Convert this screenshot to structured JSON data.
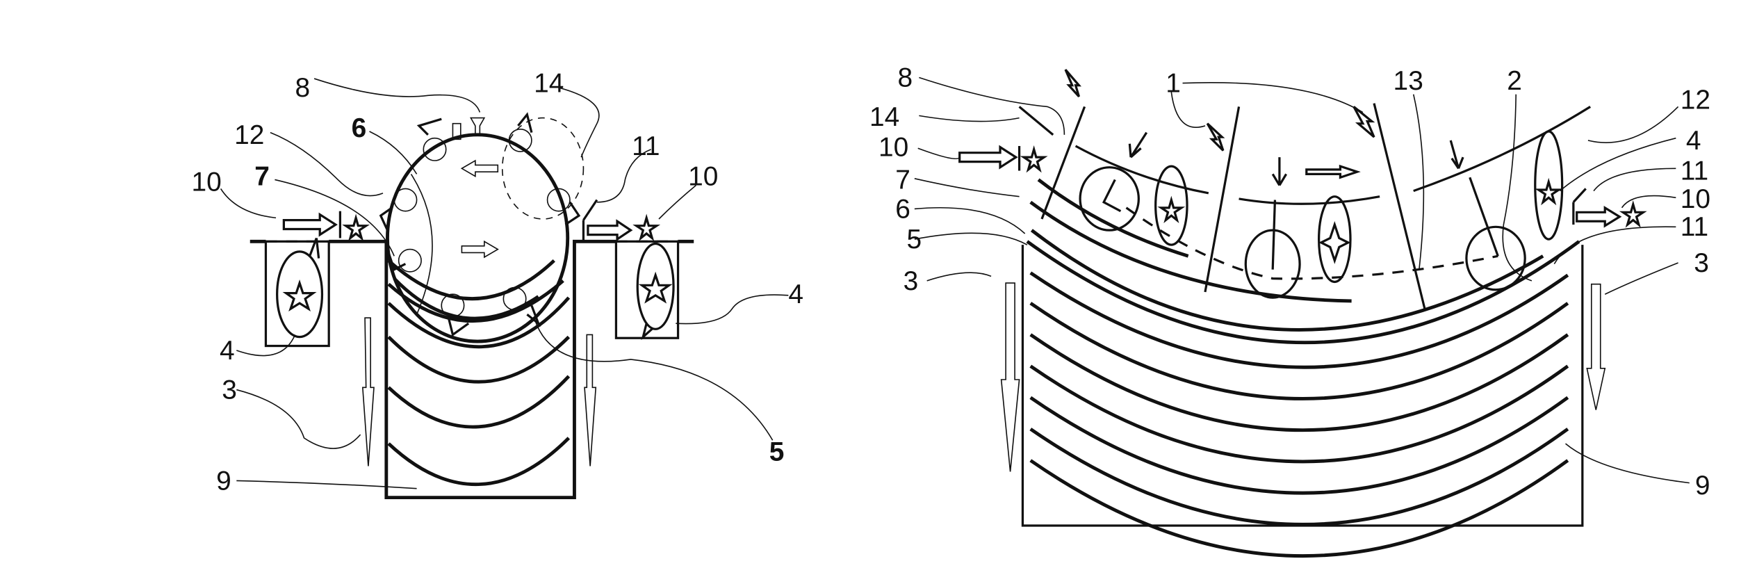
{
  "figure": {
    "left_view": {
      "labels": [
        {
          "id": "8",
          "text": "8"
        },
        {
          "id": "14",
          "text": "14"
        },
        {
          "id": "6",
          "text": "6"
        },
        {
          "id": "12",
          "text": "12"
        },
        {
          "id": "11",
          "text": "11"
        },
        {
          "id": "10a",
          "text": "10"
        },
        {
          "id": "7",
          "text": "7"
        },
        {
          "id": "10b",
          "text": "10"
        },
        {
          "id": "4a",
          "text": "4"
        },
        {
          "id": "4b",
          "text": "4"
        },
        {
          "id": "3",
          "text": "3"
        },
        {
          "id": "5",
          "text": "5"
        },
        {
          "id": "9",
          "text": "9"
        }
      ]
    },
    "right_view": {
      "labels": [
        {
          "id": "8",
          "text": "8"
        },
        {
          "id": "1",
          "text": "1"
        },
        {
          "id": "13",
          "text": "13"
        },
        {
          "id": "2",
          "text": "2"
        },
        {
          "id": "12",
          "text": "12"
        },
        {
          "id": "14",
          "text": "14"
        },
        {
          "id": "4",
          "text": "4"
        },
        {
          "id": "10a",
          "text": "10"
        },
        {
          "id": "11a",
          "text": "11"
        },
        {
          "id": "7",
          "text": "7"
        },
        {
          "id": "10b",
          "text": "10"
        },
        {
          "id": "6",
          "text": "6"
        },
        {
          "id": "11b",
          "text": "11"
        },
        {
          "id": "5",
          "text": "5"
        },
        {
          "id": "3a",
          "text": "3"
        },
        {
          "id": "3b",
          "text": "3"
        },
        {
          "id": "9",
          "text": "9"
        }
      ]
    }
  }
}
